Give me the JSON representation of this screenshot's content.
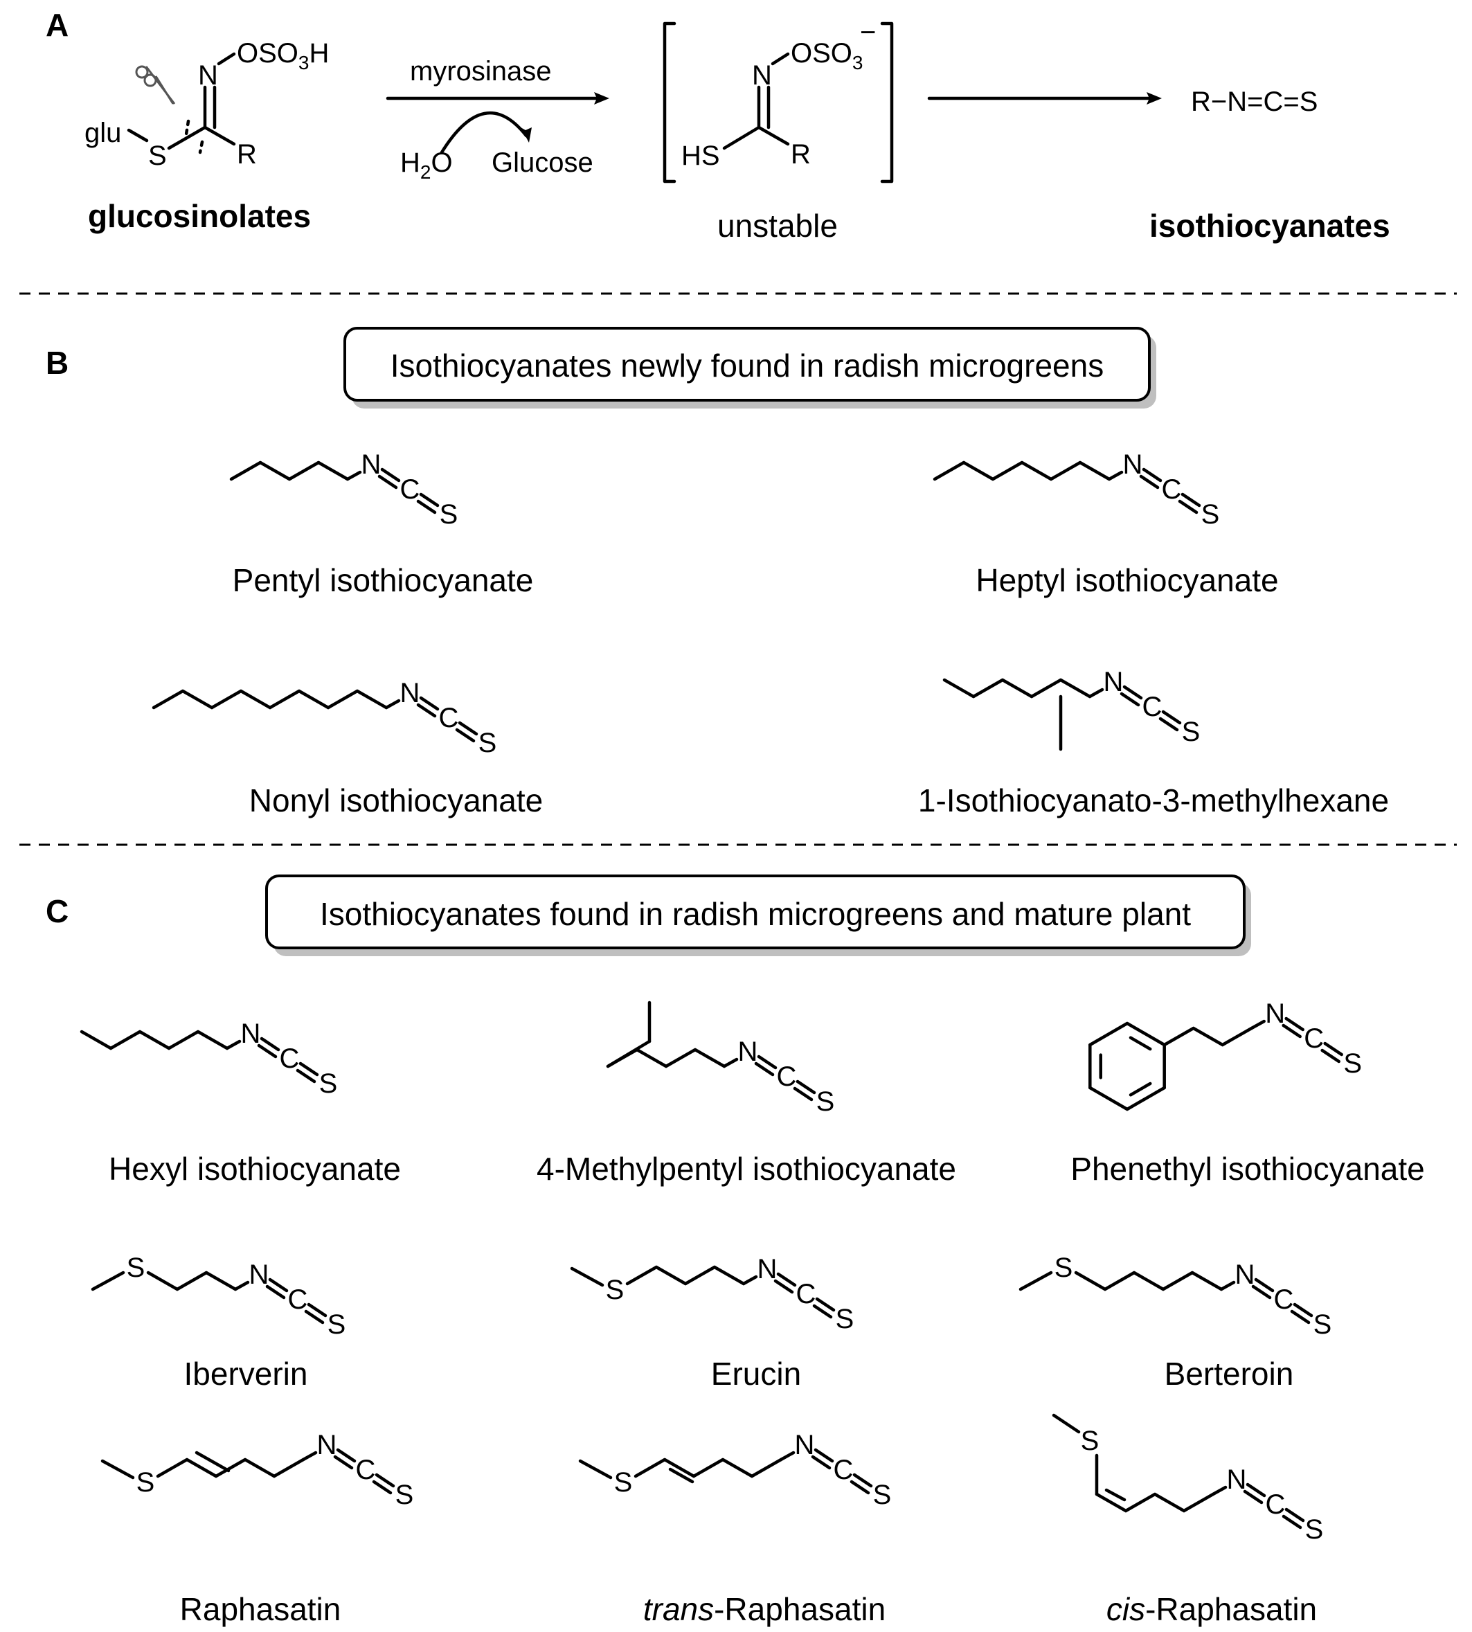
{
  "panel_a": {
    "label": "A",
    "glu": "glu",
    "s": "S",
    "n": "N",
    "r": "R",
    "oso3h_prefix": "OSO",
    "oso3h_sub": "3",
    "oso3h_suffix": "H",
    "glucosinolates": "glucosinolates",
    "enzyme": "myrosinase",
    "h2o_h": "H",
    "h2o_sub": "2",
    "h2o_o": "O",
    "glucose": "Glucose",
    "hs": "HS",
    "oso3_prefix": "OSO",
    "oso3_sub": "3",
    "oso3_charge": "−",
    "unstable": "unstable",
    "product_formula": "R−N=C=S",
    "isothiocyanates": "isothiocyanates"
  },
  "panel_b": {
    "label": "B",
    "title": "Isothiocyanates newly found in radish microgreens",
    "compounds": [
      {
        "name": "Pentyl isothiocyanate"
      },
      {
        "name": "Heptyl isothiocyanate"
      },
      {
        "name": "Nonyl isothiocyanate"
      },
      {
        "name": "1-Isothiocyanato-3-methylhexane"
      }
    ]
  },
  "panel_c": {
    "label": "C",
    "title": "Isothiocyanates found in radish microgreens and mature plant",
    "compounds": [
      {
        "name": "Hexyl isothiocyanate"
      },
      {
        "name": "4-Methylpentyl isothiocyanate"
      },
      {
        "name": "Phenethyl isothiocyanate"
      },
      {
        "name": "Iberverin"
      },
      {
        "name": "Erucin"
      },
      {
        "name": "Berteroin"
      },
      {
        "name": "Raphasatin"
      },
      {
        "name_prefix": "trans",
        "name_suffix": "-Raphasatin"
      },
      {
        "name_prefix": "cis",
        "name_suffix": "-Raphasatin"
      }
    ]
  },
  "atoms": {
    "n": "N",
    "c": "C",
    "s": "S"
  }
}
